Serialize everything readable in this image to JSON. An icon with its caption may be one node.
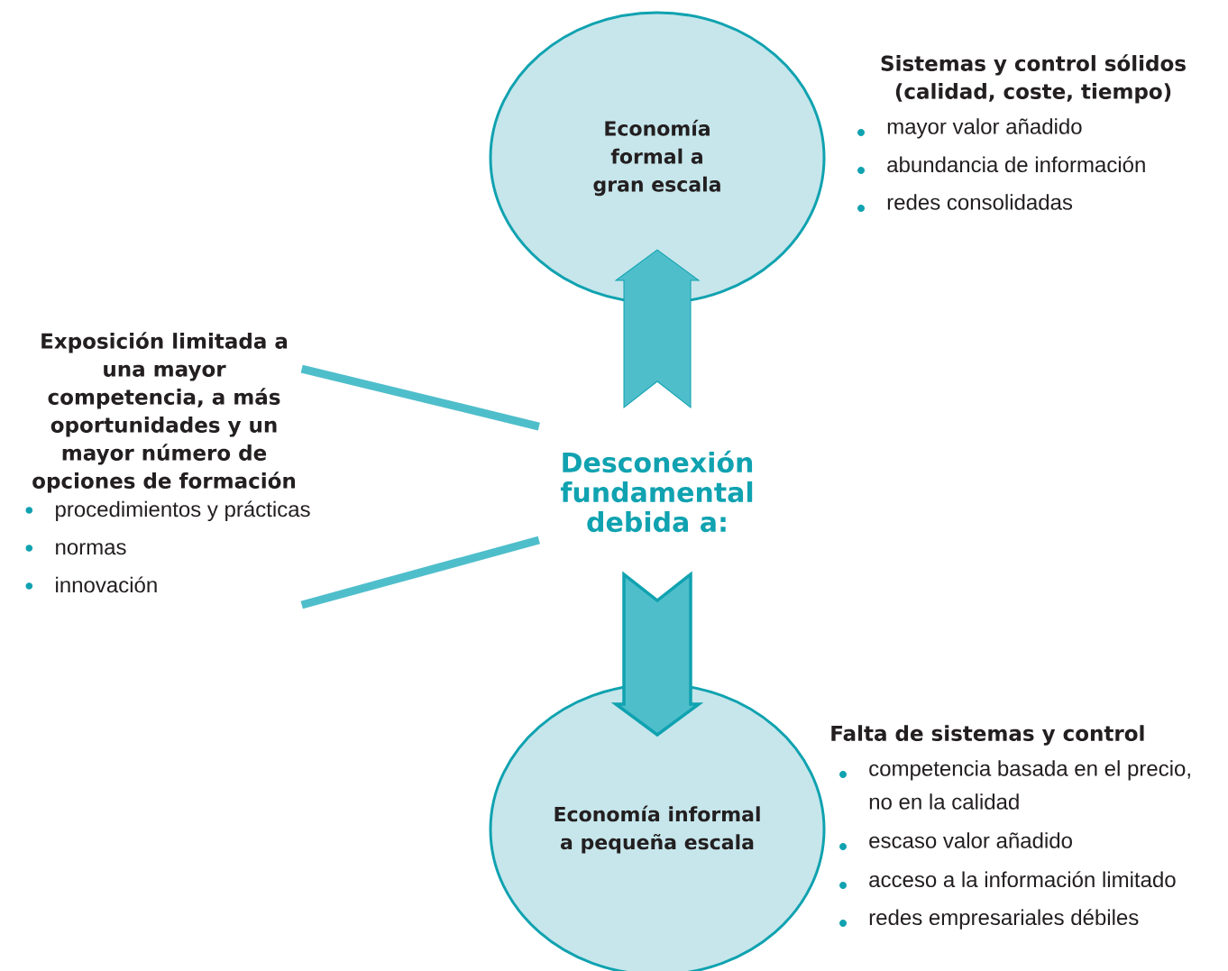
{
  "diagram": {
    "nodes": [
      {
        "text": [
          "Economía formal a gran escala"
        ]
      },
      {
        "text": [
          "Desconexión fundamental debida a:"
        ]
      },
      {
        "text": [
          "Economía informal a pequeña escala"
        ]
      },
      {
        "text": [
          "Exposición limitada a una mayor competencia, a más oportunidades y un mayor número de opciones de formación",
          "procedimientos y prácticas",
          "normas",
          "innovación"
        ]
      }
    ],
    "edges": [
      {
        "from": 1,
        "to": 0,
        "arrow": "to"
      },
      {
        "from": 1,
        "to": 2,
        "arrow": "to",
        "style": "thick"
      },
      {
        "from": 3,
        "to": 1,
        "arrow": "none"
      },
      {
        "from": 3,
        "to": 1,
        "arrow": "none"
      }
    ],
    "labels": [
      "Sistemas y control sólidos (calidad, coste, tiempo)",
      "mayor valor añadido",
      "abundancia de información",
      "redes consolidadas",
      "Falta de sistemas y control",
      "competencia basada en el precio, no en la calidad",
      "escaso valor añadido",
      "acceso a la información limitado",
      "redes empresariales débiles"
    ]
  }
}
